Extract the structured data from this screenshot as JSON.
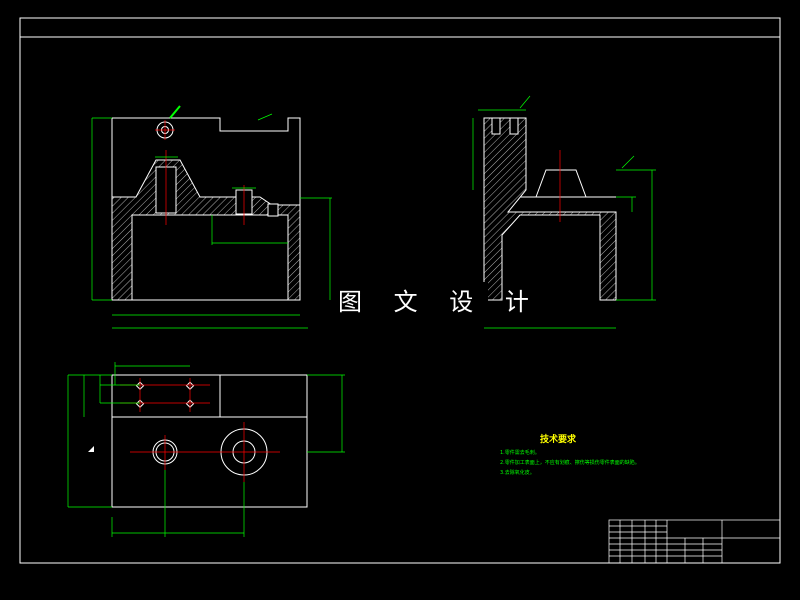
{
  "watermark": "图 文 设 计",
  "technical_requirements": {
    "title": "技术要求",
    "notes": [
      "1.零件需去毛刺。",
      "2.零件加工表面上，不应有划痕、擦伤等损伤零件表面的缺陷。",
      "3.去除氧化皮。"
    ]
  },
  "colors": {
    "background": "#000000",
    "outline": "#ffffff",
    "dimension": "#00ff00",
    "centerline": "#ff0000",
    "text": "#ffff00"
  }
}
